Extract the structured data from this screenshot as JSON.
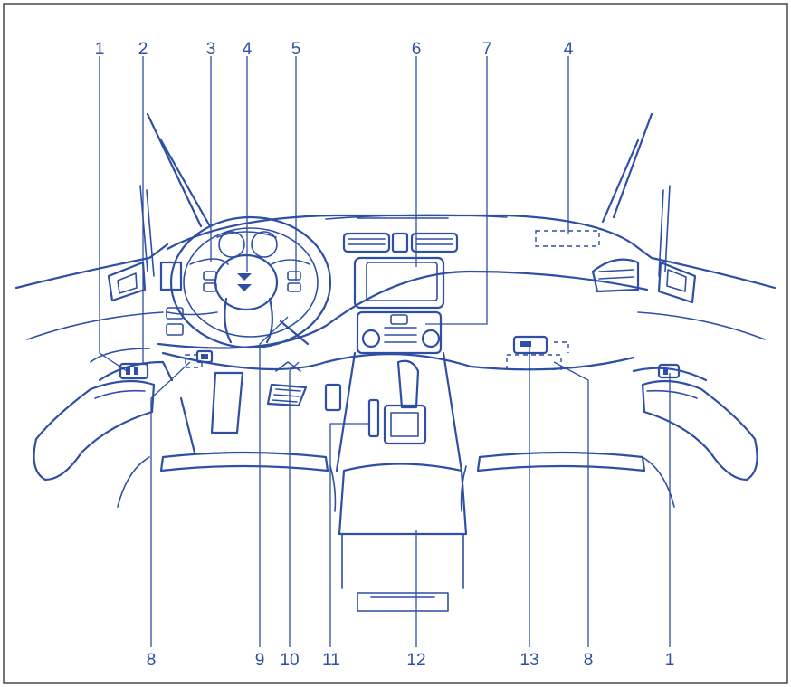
{
  "diagram": {
    "line_color": "#2e4fa3",
    "background": "#ffffff",
    "callouts": [
      {
        "label": "1"
      },
      {
        "label": "2"
      },
      {
        "label": "3"
      },
      {
        "label": "4"
      },
      {
        "label": "5"
      },
      {
        "label": "6"
      },
      {
        "label": "7"
      },
      {
        "label": "4"
      },
      {
        "label": "8"
      },
      {
        "label": "9"
      },
      {
        "label": "10"
      },
      {
        "label": "11"
      },
      {
        "label": "12"
      },
      {
        "label": "13"
      },
      {
        "label": "8"
      },
      {
        "label": "1"
      }
    ]
  }
}
